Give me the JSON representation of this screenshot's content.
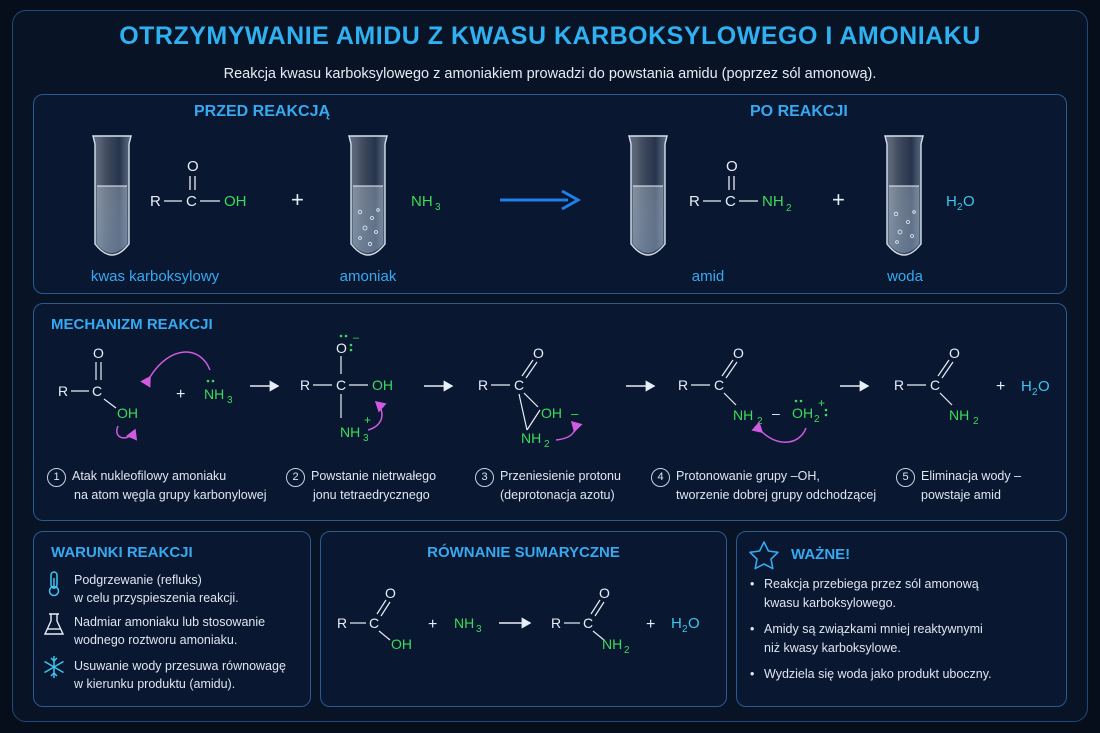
{
  "title": "OTRZYMYWANIE AMIDU Z KWASU KARBOKSYLOWEGO I AMONIAKU",
  "subtitle": "Reakcja kwasu karboksylowego z amoniakiem prowadzi do powstania amidu (poprzez sól amonową).",
  "reaction": {
    "before_heading": "PRZED REAKCJĄ",
    "after_heading": "PO REAKCJI",
    "plus": "+",
    "labels": {
      "acid": "kwas karboksylowy",
      "ammonia": "amoniak",
      "amide": "amid",
      "water": "woda"
    },
    "atoms": {
      "R": "R",
      "C": "C",
      "O": "O",
      "OH": "OH",
      "NH": "NH",
      "H": "H",
      "sub2": "2",
      "sub3": "3"
    }
  },
  "mechanism": {
    "heading": "MECHANIZM REAKCJI",
    "steps": [
      {
        "num": "1",
        "line1": "Atak nukleofilowy amoniaku",
        "line2": "na atom węgla grupy karbonylowej"
      },
      {
        "num": "2",
        "line1": "Powstanie nietrwałego",
        "line2": "jonu tetraedrycznego"
      },
      {
        "num": "3",
        "line1": "Przeniesienie protonu",
        "line2": "(deprotonacja azotu)"
      },
      {
        "num": "4",
        "line1": "Protonowanie grupy –OH,",
        "line2": "tworzenie dobrej grupy odchodzącej"
      },
      {
        "num": "5",
        "line1": "Eliminacja wody –",
        "line2": "powstaje amid"
      }
    ],
    "charges": {
      "minus": "–",
      "plus": "+"
    }
  },
  "conditions": {
    "heading": "WARUNKI REAKCJI",
    "items": [
      {
        "icon": "thermometer-icon",
        "line1": "Podgrzewanie (refluks)",
        "line2": "w celu przyspieszenia reakcji."
      },
      {
        "icon": "flask-icon",
        "line1": "Nadmiar amoniaku lub stosowanie",
        "line2": "wodnego roztworu amoniaku."
      },
      {
        "icon": "snowflake-icon",
        "line1": "Usuwanie wody przesuwa równowagę",
        "line2": "w kierunku produktu (amidu)."
      }
    ]
  },
  "summary": {
    "heading": "RÓWNANIE SUMARYCZNE"
  },
  "important": {
    "heading": "WAŻNE!",
    "items": [
      {
        "line1": "Reakcja przebiega przez sól amonową",
        "line2": "kwasu karboksylowego."
      },
      {
        "line1": "Amidy są związkami mniej reaktywnymi",
        "line2": "niż kwasy karboksylowe."
      },
      {
        "line1": "Wydziela się woda jako produkt uboczny.",
        "line2": ""
      }
    ],
    "bullet": "•"
  },
  "colors": {
    "accent": "#36a9f0",
    "green": "#3cdc5a",
    "cyan": "#3ec5f0",
    "arrow": "#1f7ee8",
    "magenta": "#d05ae0",
    "background": "#060d1b"
  }
}
